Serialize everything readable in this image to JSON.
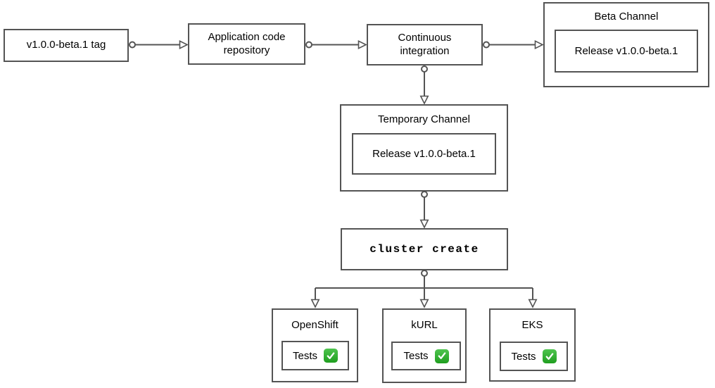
{
  "diagram": {
    "nodes": {
      "tag": {
        "label": "v1.0.0-beta.1 tag"
      },
      "repo": {
        "label": "Application code repository"
      },
      "ci": {
        "label": "Continuous integration"
      },
      "beta_channel": {
        "title": "Beta Channel",
        "release_label": "Release v1.0.0-beta.1"
      },
      "temporary_channel": {
        "title": "Temporary Channel",
        "release_label": "Release v1.0.0-beta.1"
      },
      "cluster_create": {
        "label": "cluster create"
      },
      "clusters": [
        {
          "title": "OpenShift",
          "tests_label": "Tests",
          "status_icon": "check-mark-button",
          "status": "passed"
        },
        {
          "title": "kURL",
          "tests_label": "Tests",
          "status_icon": "check-mark-button",
          "status": "passed"
        },
        {
          "title": "EKS",
          "tests_label": "Tests",
          "status_icon": "check-mark-button",
          "status": "passed"
        }
      ]
    },
    "colors": {
      "stroke": "#545454",
      "text": "#000000",
      "background": "#ffffff",
      "check_green": "#2db22d",
      "check_mark": "#ffffff"
    }
  }
}
